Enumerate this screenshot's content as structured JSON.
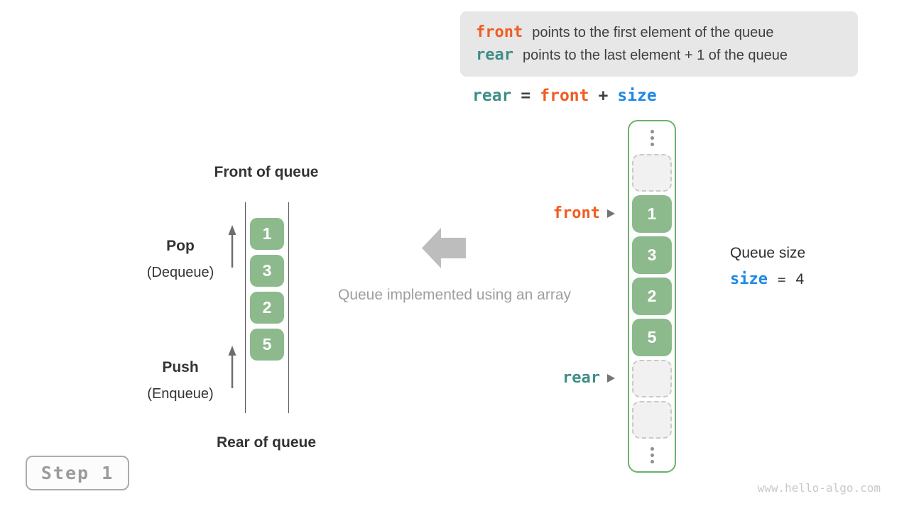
{
  "colors": {
    "front_orange": "#f15c22",
    "rear_teal": "#3e8e87",
    "size_blue": "#1e88e5",
    "element_green": "#8cba8c",
    "array_border_green": "#6cb16c",
    "info_box_gray": "#e7e7e7"
  },
  "info_box": {
    "lines": [
      {
        "keyword": "front",
        "text": "points to the first element of the queue"
      },
      {
        "keyword": "rear",
        "text": "points to the last element + 1 of the queue"
      }
    ]
  },
  "formula": {
    "lhs": "rear",
    "eq": "=",
    "arg1": "front",
    "op": "+",
    "arg2": "size"
  },
  "left_queue": {
    "front_label": "Front of queue",
    "rear_label": "Rear of queue",
    "pop": {
      "label": "Pop",
      "sub": "(Dequeue)"
    },
    "push": {
      "label": "Push",
      "sub": "(Enqueue)"
    },
    "values": [
      "1",
      "3",
      "2",
      "5"
    ]
  },
  "middle": {
    "caption": "Queue implemented using an array"
  },
  "array": {
    "front_pointer": "front",
    "rear_pointer": "rear",
    "cells": [
      {
        "type": "ellipsis"
      },
      {
        "type": "empty"
      },
      {
        "type": "value",
        "value": "1"
      },
      {
        "type": "value",
        "value": "3"
      },
      {
        "type": "value",
        "value": "2"
      },
      {
        "type": "value",
        "value": "5"
      },
      {
        "type": "empty"
      },
      {
        "type": "empty"
      },
      {
        "type": "ellipsis"
      }
    ]
  },
  "size_panel": {
    "title": "Queue size",
    "keyword": "size",
    "eq": "=",
    "value": "4"
  },
  "step_badge": {
    "label": "Step 1"
  },
  "watermark": {
    "text": "www.hello-algo.com"
  }
}
